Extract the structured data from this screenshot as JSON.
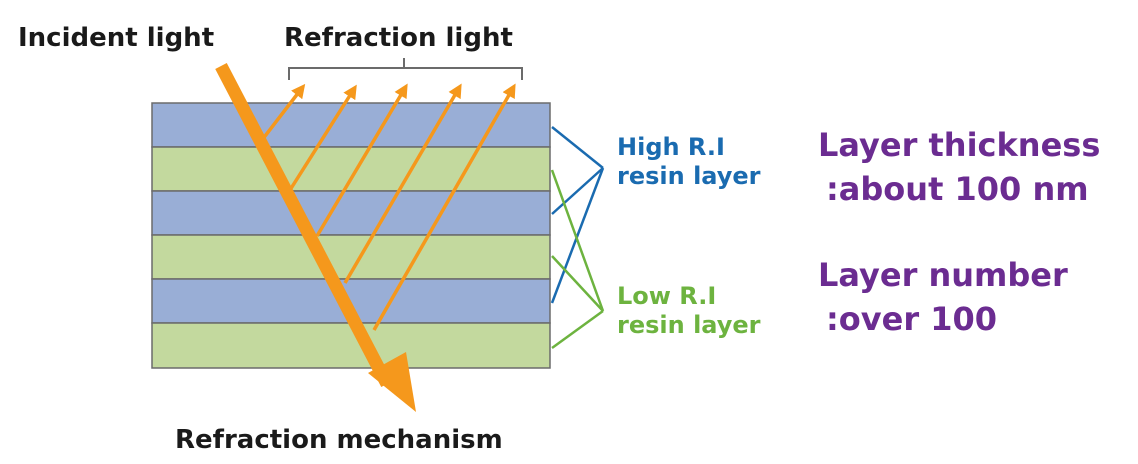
{
  "labels": {
    "incident": "Incident light",
    "refraction": "Refraction light",
    "mechanism": "Refraction mechanism",
    "high_line1": "High R.I",
    "high_line2": "resin layer",
    "low_line1": "Low R.I",
    "low_line2": "resin layer",
    "thickness_line1": "Layer thickness",
    "thickness_line2": ":about 100 nm",
    "number_line1": "Layer number",
    "number_line2": ":over 100"
  },
  "colors": {
    "high_layer": "#99aed6",
    "low_layer": "#c3d99e",
    "high_label": "#1a6bb0",
    "low_label": "#6db33f",
    "light": "#f5981c",
    "spec_text": "#6b2c91",
    "text": "#1a1a1a"
  },
  "layers": [
    "high",
    "low",
    "high",
    "low",
    "high",
    "low"
  ],
  "refracted_ray_count": 5
}
